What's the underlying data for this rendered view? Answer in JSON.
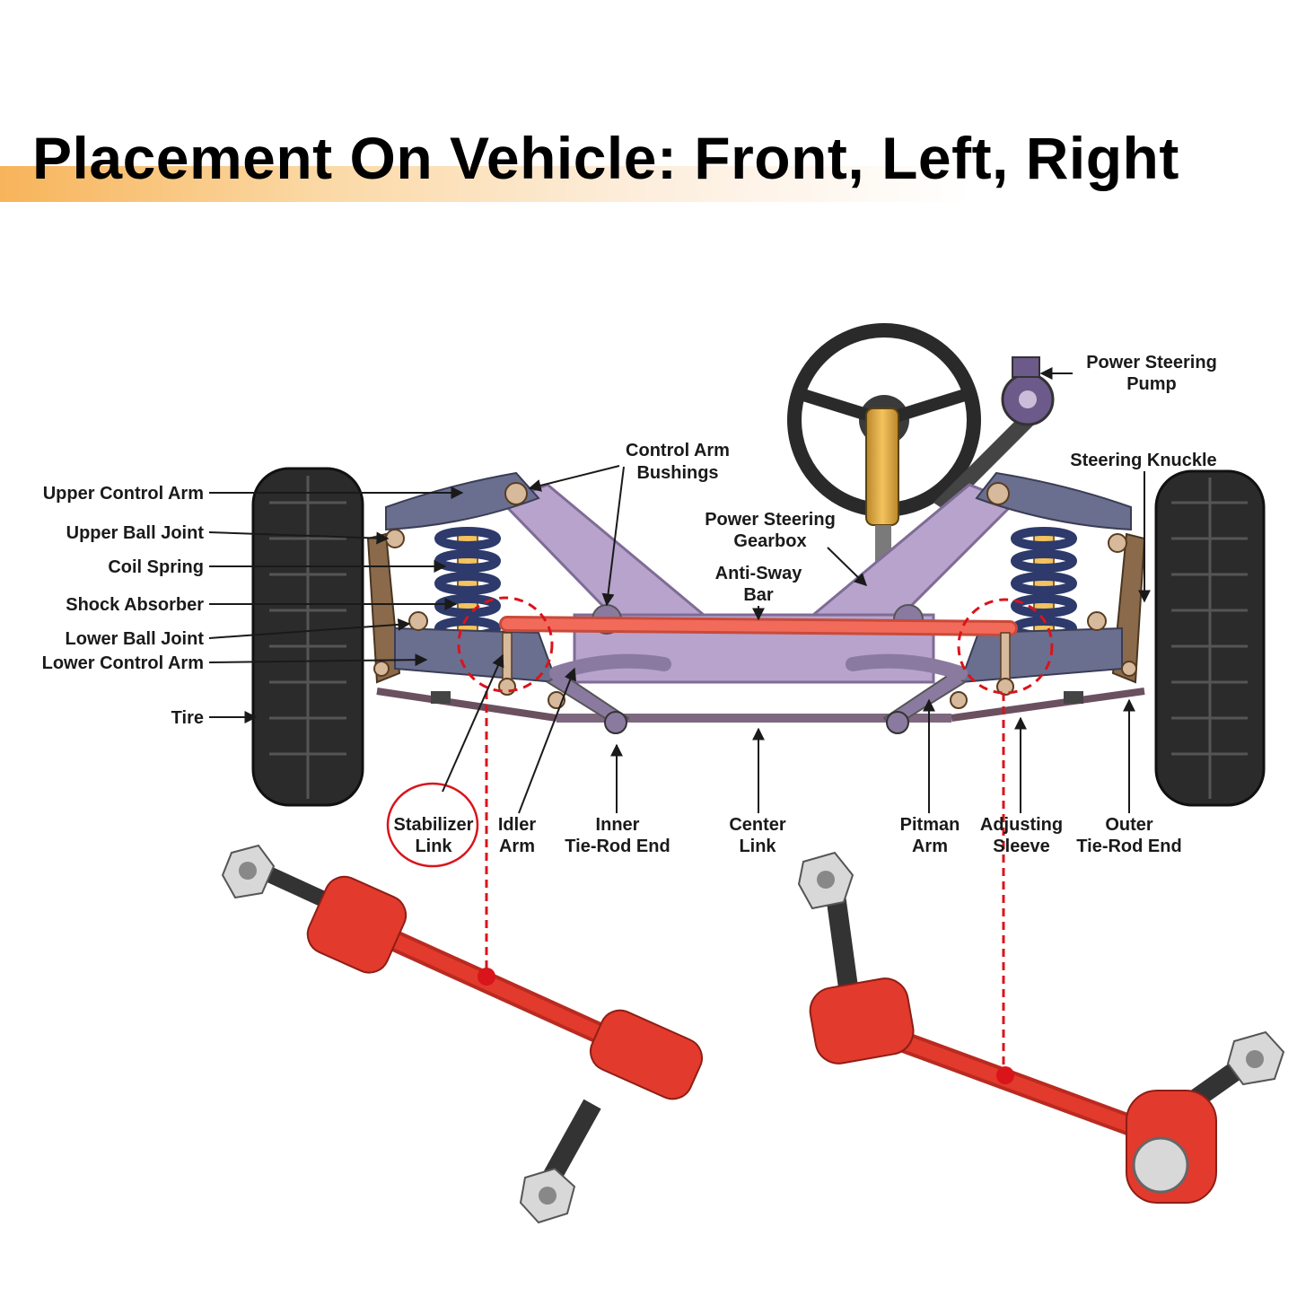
{
  "header": {
    "title": "Placement On Vehicle: Front, Left, Right"
  },
  "labels": {
    "upper_control_arm": "Upper Control Arm",
    "upper_ball_joint": "Upper Ball Joint",
    "coil_spring": "Coil Spring",
    "shock_absorber": "Shock Absorber",
    "lower_ball_joint": "Lower Ball Joint",
    "lower_control_arm": "Lower Control Arm",
    "tire": "Tire",
    "control_arm_bushings": [
      "Control Arm",
      "Bushings"
    ],
    "power_steering_gearbox": [
      "Power Steering",
      "Gearbox"
    ],
    "anti_sway_bar": [
      "Anti-Sway",
      "Bar"
    ],
    "power_steering_pump": [
      "Power Steering",
      "Pump"
    ],
    "steering_knuckle": "Steering Knuckle",
    "stabilizer_link": [
      "Stabilizer",
      "Link"
    ],
    "idler_arm": [
      "Idler",
      "Arm"
    ],
    "inner_tie_rod_end": [
      "Inner",
      "Tie-Rod End"
    ],
    "center_link": [
      "Center",
      "Link"
    ],
    "pitman_arm": [
      "Pitman",
      "Arm"
    ],
    "adjusting_sleeve": [
      "Adjusting",
      "Sleeve"
    ],
    "outer_tie_rod_end": [
      "Outer",
      "Tie-Rod End"
    ]
  },
  "colors": {
    "frame": "#b7a3cc",
    "arm": "#6a6f90",
    "spring": "#2d3a6b",
    "sway_bar": "#f26a5a",
    "link_red": "#e23a2c",
    "highlight": "#d9141b",
    "banner": "#f7b45a"
  }
}
